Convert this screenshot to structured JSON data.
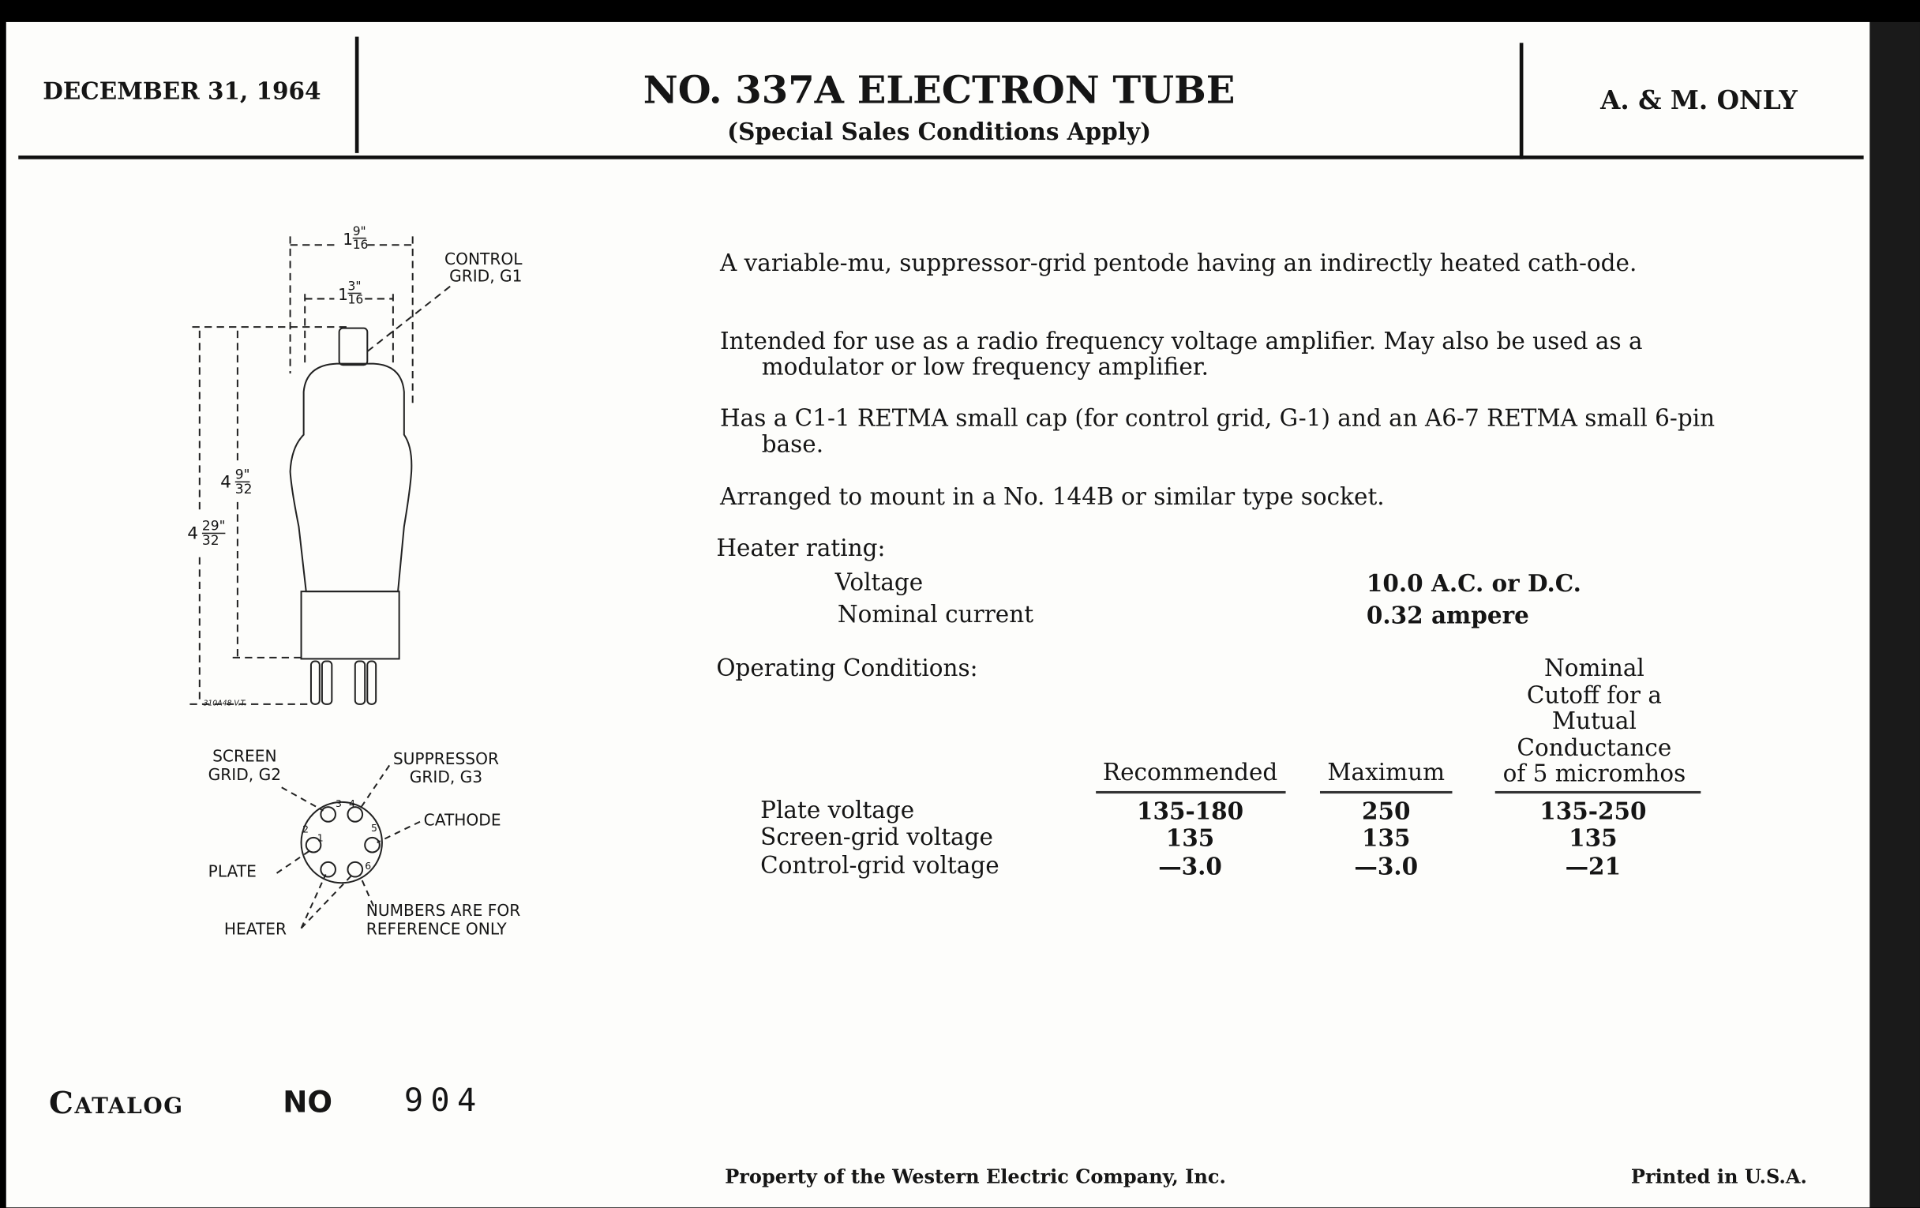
{
  "header": {
    "date": "DECEMBER 31, 1964",
    "title": "NO. 337A ELECTRON TUBE",
    "subtitle": "(Special Sales Conditions Apply)",
    "restriction": "A. & M. ONLY"
  },
  "diagram": {
    "dim_outer_width": {
      "whole": "1",
      "num": "9\"",
      "den": "16"
    },
    "dim_inner_width": {
      "whole": "1",
      "num": "3\"",
      "den": "16"
    },
    "dim_seated_height": {
      "whole": "4",
      "num": "9\"",
      "den": "32"
    },
    "dim_overall_height": {
      "whole": "4",
      "num": "29\"",
      "den": "32"
    },
    "control_grid_label": [
      "CONTROL",
      "GRID, G1"
    ],
    "drawing_number": "310A48 V.T.",
    "screen_grid_label": [
      "SCREEN",
      "GRID, G2"
    ],
    "suppressor_grid_label": [
      "SUPPRESSOR",
      "GRID, G3"
    ],
    "cathode_label": "CATHODE",
    "plate_label": "PLATE",
    "heater_label": "HEATER",
    "note": [
      "NUMBERS ARE FOR",
      "REFERENCE ONLY"
    ],
    "pin_numbers": [
      "1",
      "2",
      "3",
      "4",
      "5",
      "6"
    ]
  },
  "description": [
    "A variable-mu, suppressor-grid pentode having an indirectly heated cath-ode.",
    "Intended for use as a radio frequency voltage amplifier. May also be used as a modulator or low frequency amplifier.",
    "Has a C1-1 RETMA small cap (for control grid, G-1) and an A6-7 RETMA small 6-pin base.",
    "Arranged to mount in a No. 144B or similar type socket."
  ],
  "heater": {
    "heading": "Heater rating:",
    "rows": [
      {
        "label": "Voltage",
        "value": "10.0 A.C. or D.C."
      },
      {
        "label": "Nominal current",
        "value": "0.32 ampere"
      }
    ]
  },
  "operating": {
    "heading": "Operating Conditions:",
    "columns": [
      "Recommended",
      "Maximum",
      "Nominal Cutoff for a Mutual Conductance of 5 micromhos"
    ],
    "column3_lines": [
      "Nominal",
      "Cutoff for a",
      "Mutual",
      "Conductance",
      "of 5 micromhos"
    ],
    "rows": [
      {
        "label": "Plate voltage",
        "values": [
          "135-180",
          "250",
          "135-250"
        ]
      },
      {
        "label": "Screen-grid voltage",
        "values": [
          "135",
          "135",
          "135"
        ]
      },
      {
        "label": "Control-grid voltage",
        "values": [
          "—3.0",
          "—3.0",
          "—21"
        ]
      }
    ]
  },
  "catalog": {
    "label": "Catalog",
    "no_label": "NO",
    "number": "904"
  },
  "footer": {
    "property": "Property of the Western Electric Company, Inc.",
    "printed": "Printed in U.S.A."
  }
}
